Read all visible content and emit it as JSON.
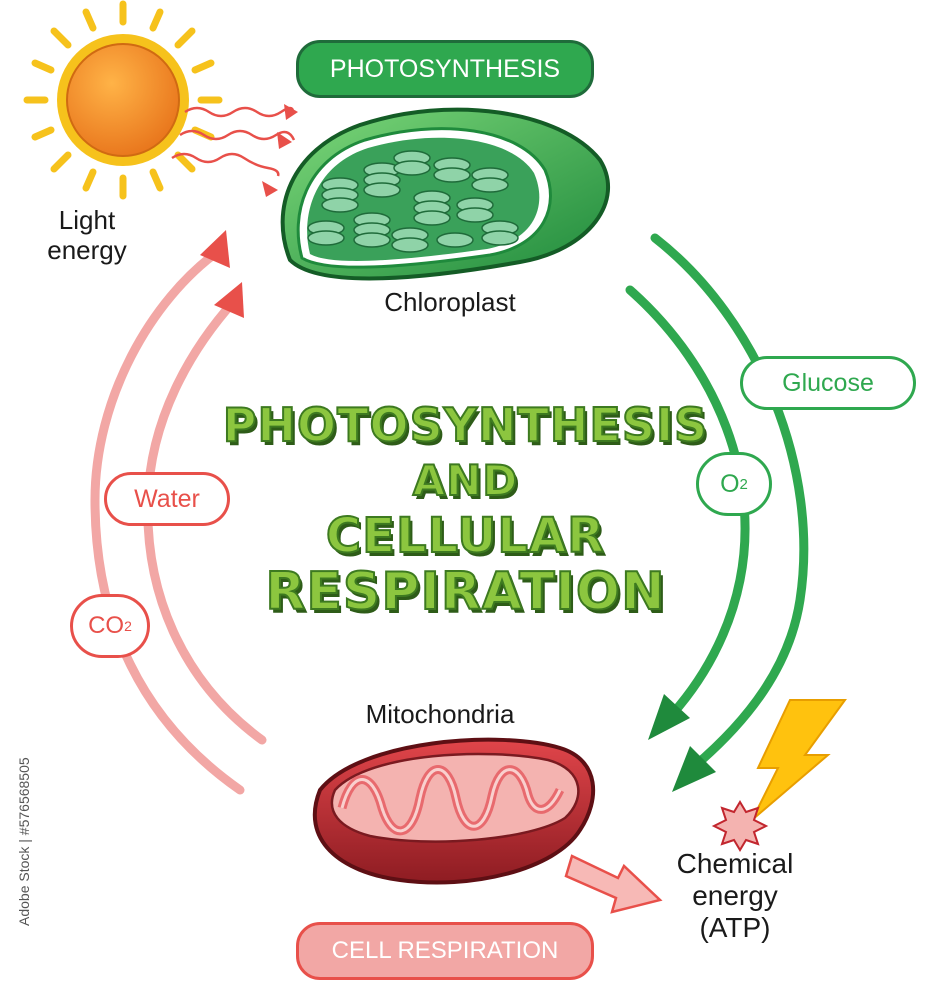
{
  "title": {
    "line1": "PHOTOSYNTHESIS",
    "line2": "AND",
    "line3": "CELLULAR",
    "line4": "RESPIRATION"
  },
  "badges": {
    "photosynthesis": "PHOTOSYNTHESIS",
    "cell_respiration": "CELL RESPIRATION"
  },
  "labels": {
    "light_energy_1": "Light",
    "light_energy_2": "energy",
    "chloroplast": "Chloroplast",
    "mitochondria": "Mitochondria",
    "chemical_energy_1": "Chemical",
    "chemical_energy_2": "energy",
    "chemical_energy_3": "(ATP)"
  },
  "flow_labels": {
    "glucose": "Glucose",
    "oxygen_base": "O",
    "oxygen_sub": "2",
    "water": "Water",
    "co2_base": "CO",
    "co2_sub": "2"
  },
  "stock_id": "Adobe Stock | #576568505",
  "colors": {
    "green": "#2fa84f",
    "dark_green": "#1f8a3c",
    "red": "#e8504a",
    "pink": "#f2a7a5",
    "sun": "#f7941d",
    "bolt": "#ffc20e"
  }
}
